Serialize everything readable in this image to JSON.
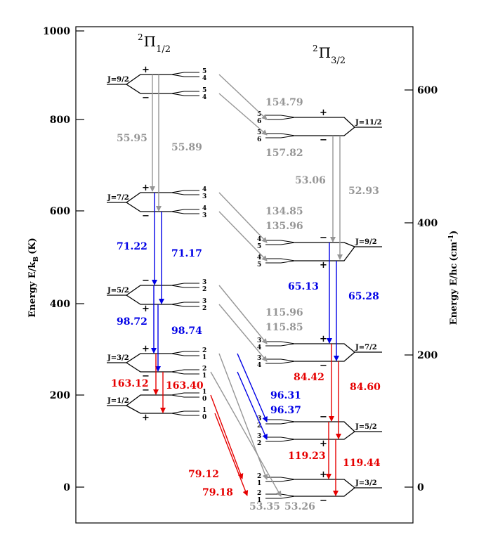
{
  "axes": {
    "left_label": "Energy E/k",
    "left_label_sub": "B",
    "left_label_unit": "(K)",
    "right_label": "Energy E/hc",
    "right_label_unit": "(cm",
    "right_label_sup": "-1",
    "right_label_close": ")",
    "left_ticks": [
      "1000",
      "800",
      "600",
      "400",
      "200",
      "0"
    ],
    "right_ticks": [
      "600",
      "400",
      "200",
      "0"
    ]
  },
  "ladders": {
    "left_title": "Π",
    "left_sup": "2",
    "left_sub": "1/2",
    "right_title": "Π",
    "right_sup": "2",
    "right_sub": "3/2"
  },
  "j_labels": {
    "left": [
      "J=9/2",
      "J=7/2",
      "J=5/2",
      "J=3/2",
      "J=1/2"
    ],
    "right": [
      "J=11/2",
      "J=9/2",
      "J=7/2",
      "J=5/2",
      "J=3/2"
    ]
  },
  "parities": {
    "left": [
      [
        "+",
        "−"
      ],
      [
        "+",
        "−"
      ],
      [
        "−",
        "+"
      ],
      [
        "+",
        "−"
      ],
      [
        "−",
        "+"
      ]
    ],
    "right": [
      [
        "+",
        "−"
      ],
      [
        "−",
        "+"
      ],
      [
        "+",
        "−"
      ],
      [
        "−",
        "+"
      ],
      [
        "+",
        "−"
      ]
    ]
  },
  "hyperfine_f": {
    "left": [
      [
        "5",
        "4",
        "5",
        "4"
      ],
      [
        "4",
        "3",
        "4",
        "3"
      ],
      [
        "3",
        "2",
        "3",
        "2"
      ],
      [
        "2",
        "1",
        "2",
        "1"
      ],
      [
        "1",
        "0",
        "1",
        "0"
      ]
    ],
    "right": [
      [
        "5",
        "6",
        "5",
        "6"
      ],
      [
        "4",
        "5",
        "4",
        "5"
      ],
      [
        "3",
        "4",
        "3",
        "4"
      ],
      [
        "3",
        "2",
        "3",
        "2"
      ],
      [
        "2",
        "1",
        "2",
        "1"
      ]
    ]
  },
  "transitions": {
    "gray_left": [
      "55.95",
      "55.89"
    ],
    "gray_right": [
      "53.06",
      "52.93"
    ],
    "gray_cross_top": [
      "154.79",
      "157.82"
    ],
    "gray_cross_mid": [
      "134.85",
      "135.96"
    ],
    "gray_cross_low": [
      "115.96",
      "115.85"
    ],
    "gray_bottom": [
      "53.35",
      "53.26"
    ],
    "blue_left_top": [
      "71.22",
      "71.17"
    ],
    "blue_left_low": [
      "98.72",
      "98.74"
    ],
    "blue_right": [
      "65.13",
      "65.28"
    ],
    "blue_cross": [
      "96.31",
      "96.37"
    ],
    "red_left": [
      "163.12",
      "163.40"
    ],
    "red_right_top": [
      "84.42",
      "84.60"
    ],
    "red_right_low": [
      "119.23",
      "119.44"
    ],
    "red_cross": [
      "79.12",
      "79.18"
    ]
  },
  "colors": {
    "gray": "#969696",
    "blue": "#0000e6",
    "red": "#e60000",
    "black": "#000000"
  }
}
